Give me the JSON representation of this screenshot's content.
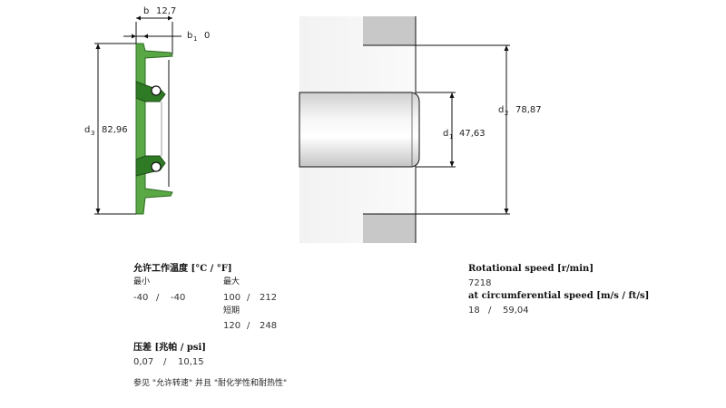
{
  "dimensions": {
    "b": {
      "label": "b",
      "value": "12,7"
    },
    "b1": {
      "label": "b",
      "sub": "1",
      "value": "0"
    },
    "d3": {
      "label": "d",
      "sub": "3",
      "value": "82,96"
    },
    "d1": {
      "label": "d",
      "sub": "1",
      "value": "47,63"
    },
    "d2": {
      "label": "d",
      "sub": "2",
      "value": "78,87"
    }
  },
  "temperature": {
    "title": "允许工作温度 [°C / °F]",
    "min_label": "最小",
    "max_label": "最大",
    "min_c": "-40",
    "min_sep": "/",
    "min_f": "-40",
    "max_c": "100",
    "max_sep": "/",
    "max_f": "212",
    "short_label": "短期",
    "short_c": "120",
    "short_sep": "/",
    "short_f": "248"
  },
  "pressure": {
    "title": "压差 [兆帕 / psi]",
    "mpa": "0,07",
    "sep": "/",
    "psi": "10,15"
  },
  "note": "参见 \"允许转速\" 并且 \"耐化学性和耐热性\"",
  "speed": {
    "rot_title": "Rotational speed [r/min]",
    "rot_value": "7218",
    "circ_title": "at circumferential speed [m/s / ft/s]",
    "circ_ms": "18",
    "circ_sep": "/",
    "circ_fts": "59,04"
  },
  "colors": {
    "seal_green": "#5aa845",
    "seal_dark": "#2d6b22",
    "housing_gray": "#c8c8c8",
    "line": "#111111"
  }
}
